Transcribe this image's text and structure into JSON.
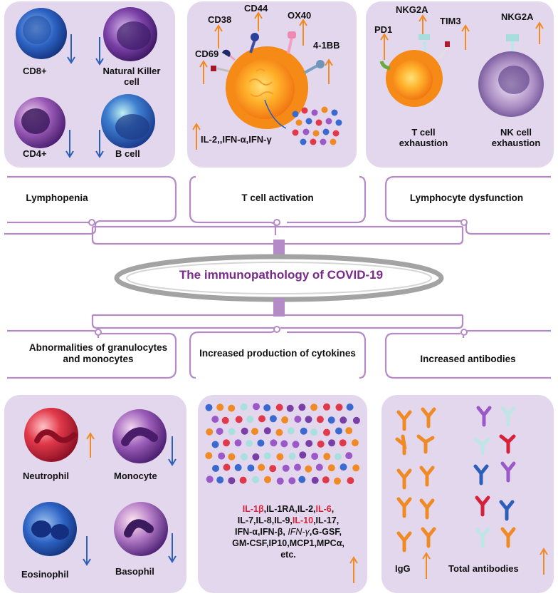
{
  "title": "The immunopathology of COVID-19",
  "colors": {
    "panel": "#e3d7ee",
    "bracket": "#b48bc6",
    "title": "#7a2a8a",
    "up_arrow": "#f08a24",
    "down_arrow": "#2e5fb8",
    "highlight": "#d6213a"
  },
  "top_panels": {
    "lymphopenia": {
      "category": "Lymphopenia",
      "cells": [
        {
          "label": "CD8+",
          "trend": "down"
        },
        {
          "label": "Natural Killer cell",
          "trend": "down"
        },
        {
          "label": "CD4+",
          "trend": "down"
        },
        {
          "label": "B cell",
          "trend": "down"
        }
      ]
    },
    "t_activation": {
      "category": "T cell activation",
      "markers": [
        "CD38",
        "CD44",
        "OX40",
        "4-1BB",
        "CD69"
      ],
      "cytokines": "IL-2,,IFN-α,IFN-γ"
    },
    "dysfunction": {
      "category": "Lymphocyte dysfunction",
      "t_markers": [
        "PD1",
        "NKG2A",
        "TIM3"
      ],
      "t_label": "T cell exhaustion",
      "nk_marker": "NKG2A",
      "nk_label": "NK cell exhaustion"
    }
  },
  "bottom_panels": {
    "granulocytes": {
      "category": "Abnormalities of granulocytes and monocytes",
      "cells": [
        {
          "label": "Neutrophil",
          "trend": "up"
        },
        {
          "label": "Monocyte",
          "trend": "down"
        },
        {
          "label": "Eosinophil",
          "trend": "down"
        },
        {
          "label": "Basophil",
          "trend": "down"
        }
      ]
    },
    "cytokines": {
      "category": "Increased production of cytokines",
      "text_parts": [
        {
          "t": "IL-1β",
          "s": "red"
        },
        {
          "t": ",IL-1RA,IL-2,",
          "s": ""
        },
        {
          "t": "IL-6",
          "s": "red"
        },
        {
          "t": ",",
          "s": ""
        },
        {
          "t": "IL-7,IL-8,IL-9,",
          "s": "br"
        },
        {
          "t": "IL-10",
          "s": "red"
        },
        {
          "t": ",IL-17,",
          "s": ""
        },
        {
          "t": "IFN-α,IFN-β, ",
          "s": "br"
        },
        {
          "t": "IFN-γ",
          "s": "it"
        },
        {
          "t": ",G-GSF,",
          "s": ""
        },
        {
          "t": "GM-CSF,IP10,MCP1,MPCα,",
          "s": "br"
        },
        {
          "t": "etc.",
          "s": "br"
        }
      ]
    },
    "antibodies": {
      "category": "Increased antibodies",
      "igg_label": "IgG",
      "total_label": "Total antibodies"
    }
  }
}
